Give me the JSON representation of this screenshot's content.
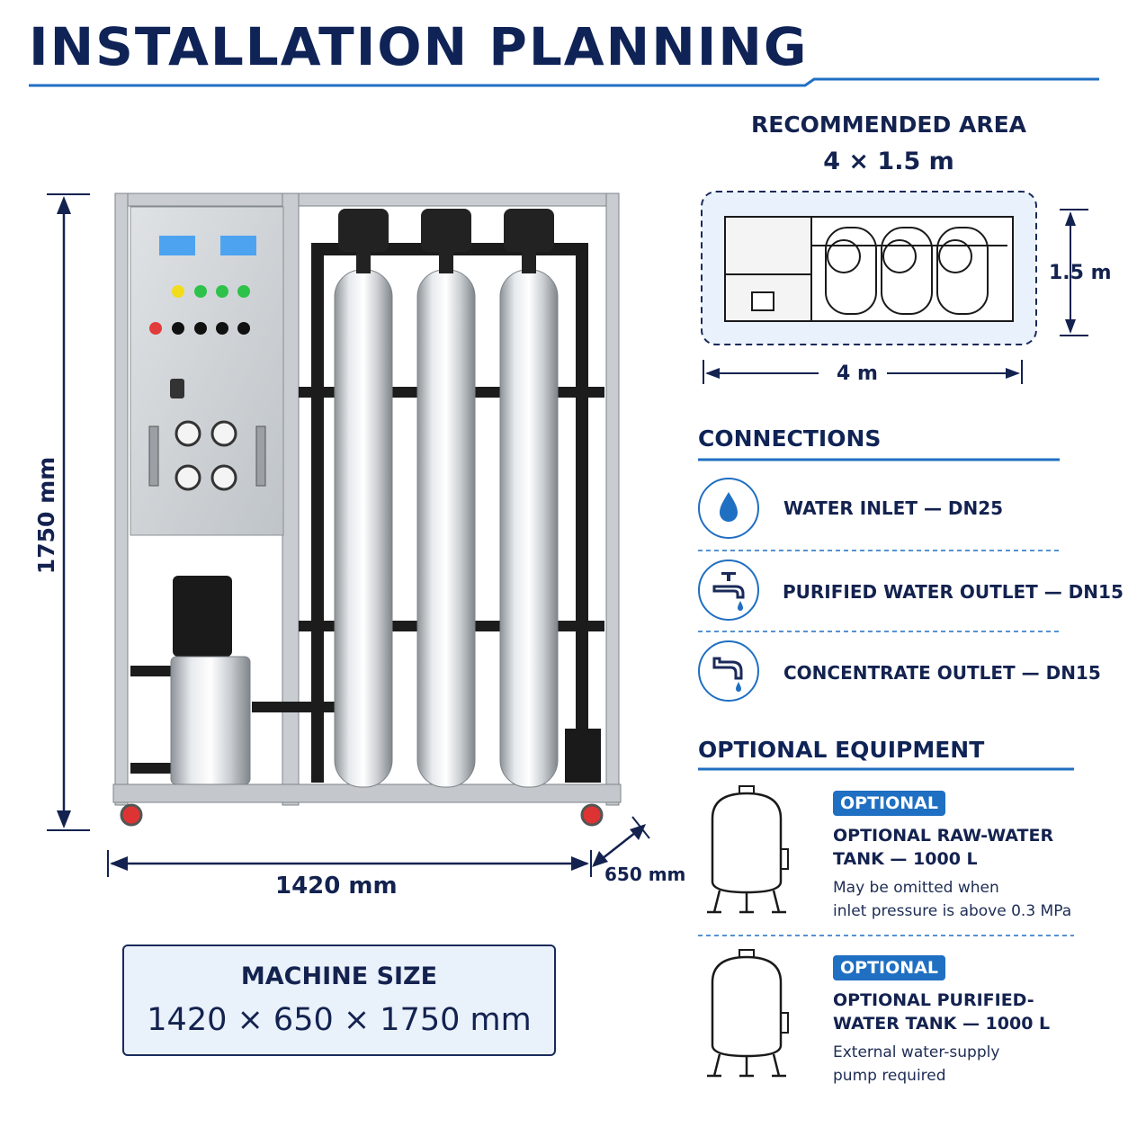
{
  "header": {
    "title": "INSTALLATION PLANNING"
  },
  "dimensions": {
    "height": "1750 mm",
    "width": "1420 mm",
    "depth": "650 mm"
  },
  "machine_size": {
    "label": "MACHINE SIZE",
    "value": "1420 × 650 × 1750 mm"
  },
  "recommended_area": {
    "title": "RECOMMENDED AREA",
    "value": "4 × 1.5 m",
    "depth_label": "1.5 m",
    "width_label": "4 m"
  },
  "connections": {
    "title": "CONNECTIONS",
    "items": [
      {
        "label": "WATER INLET — DN25",
        "icon": "water-drop-icon"
      },
      {
        "label": "PURIFIED WATER OUTLET — DN15",
        "icon": "faucet-icon"
      },
      {
        "label": "CONCENTRATE OUTLET — DN15",
        "icon": "drain-pipe-icon"
      }
    ]
  },
  "optional_equipment": {
    "title": "OPTIONAL EQUIPMENT",
    "items": [
      {
        "badge": "OPTIONAL",
        "title_line1": "OPTIONAL RAW-WATER",
        "title_line2": "TANK — 1000 L",
        "note_line1": "May be omitted when",
        "note_line2": "inlet pressure is above 0.3 MPa",
        "icon": "tank-icon"
      },
      {
        "badge": "OPTIONAL",
        "title_line1": "OPTIONAL PURIFIED-",
        "title_line2": "WATER TANK — 1000 L",
        "note_line1": "External water-supply",
        "note_line2": "pump required",
        "icon": "tank-icon"
      }
    ]
  },
  "colors": {
    "navy": "#0f2356",
    "accent_blue": "#1f6fc2",
    "panel_fill": "#e9f1fb"
  }
}
